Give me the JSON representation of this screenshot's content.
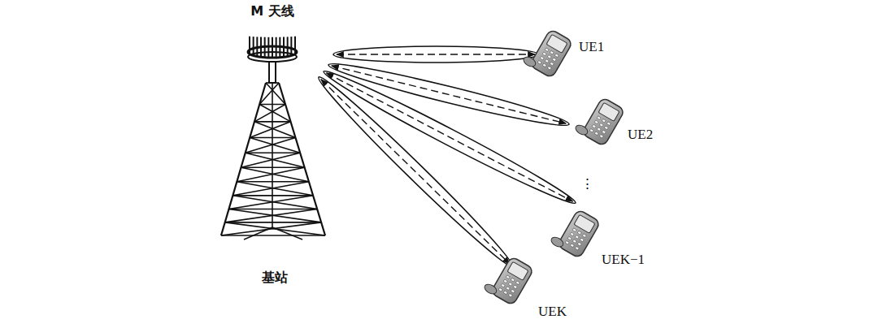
{
  "diagram": {
    "labels": [
      "M 天线",
      "基站",
      "UE1",
      "UE2",
      "⋮",
      "UEK−1",
      "UEK"
    ]
  }
}
